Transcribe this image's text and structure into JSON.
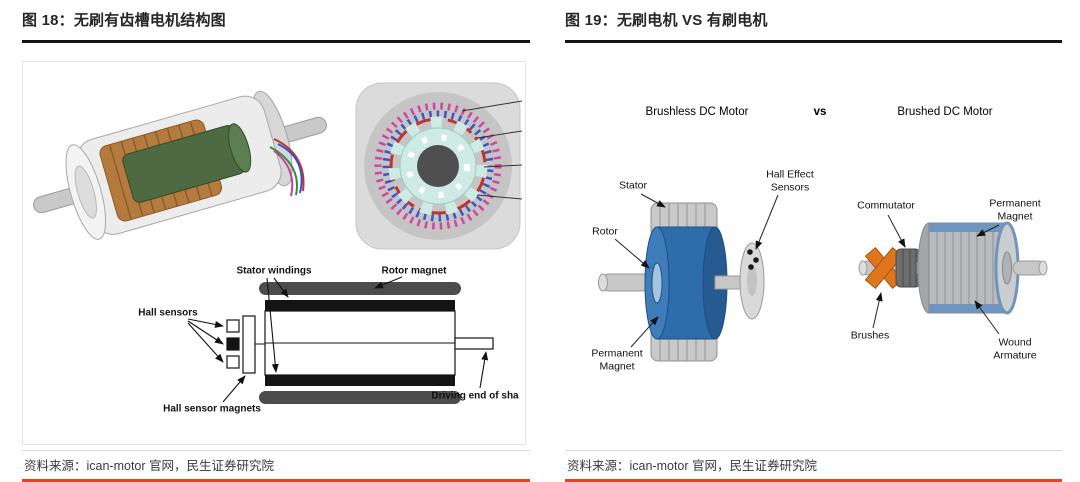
{
  "colors": {
    "title_rule": "#141414",
    "source_divider": "#d8d8d8",
    "bottom_accent": "#e8431c",
    "brushless_rotor_blue": "#2e6cab",
    "brush_orange": "#e0761c"
  },
  "figure18": {
    "title": "图 18：无刷有齿槽电机结构图",
    "source": "资料来源：ican-motor 官网，民生证券研究院",
    "labels": {
      "stator_windings": "Stator windings",
      "rotor_magnet": "Rotor magnet",
      "hall_sensors": "Hall sensors",
      "hall_sensor_magnets": "Hall sensor magnets",
      "driving_end": "Driving end of sha"
    }
  },
  "figure19": {
    "title": "图 19：无刷电机 VS 有刷电机",
    "source": "资料来源：ican-motor 官网，民生证券研究院",
    "vs": "vs",
    "brushless": {
      "title": "Brushless DC Motor",
      "labels": {
        "stator": "Stator",
        "rotor": "Rotor",
        "hall_effect_sensors": "Hall Effect Sensors",
        "permanent_magnet": "Permanent Magnet"
      }
    },
    "brushed": {
      "title": "Brushed DC Motor",
      "labels": {
        "commutator": "Commutator",
        "permanent_magnet": "Permanent Magnet",
        "brushes": "Brushes",
        "wound_armature": "Wound Armature"
      }
    }
  }
}
